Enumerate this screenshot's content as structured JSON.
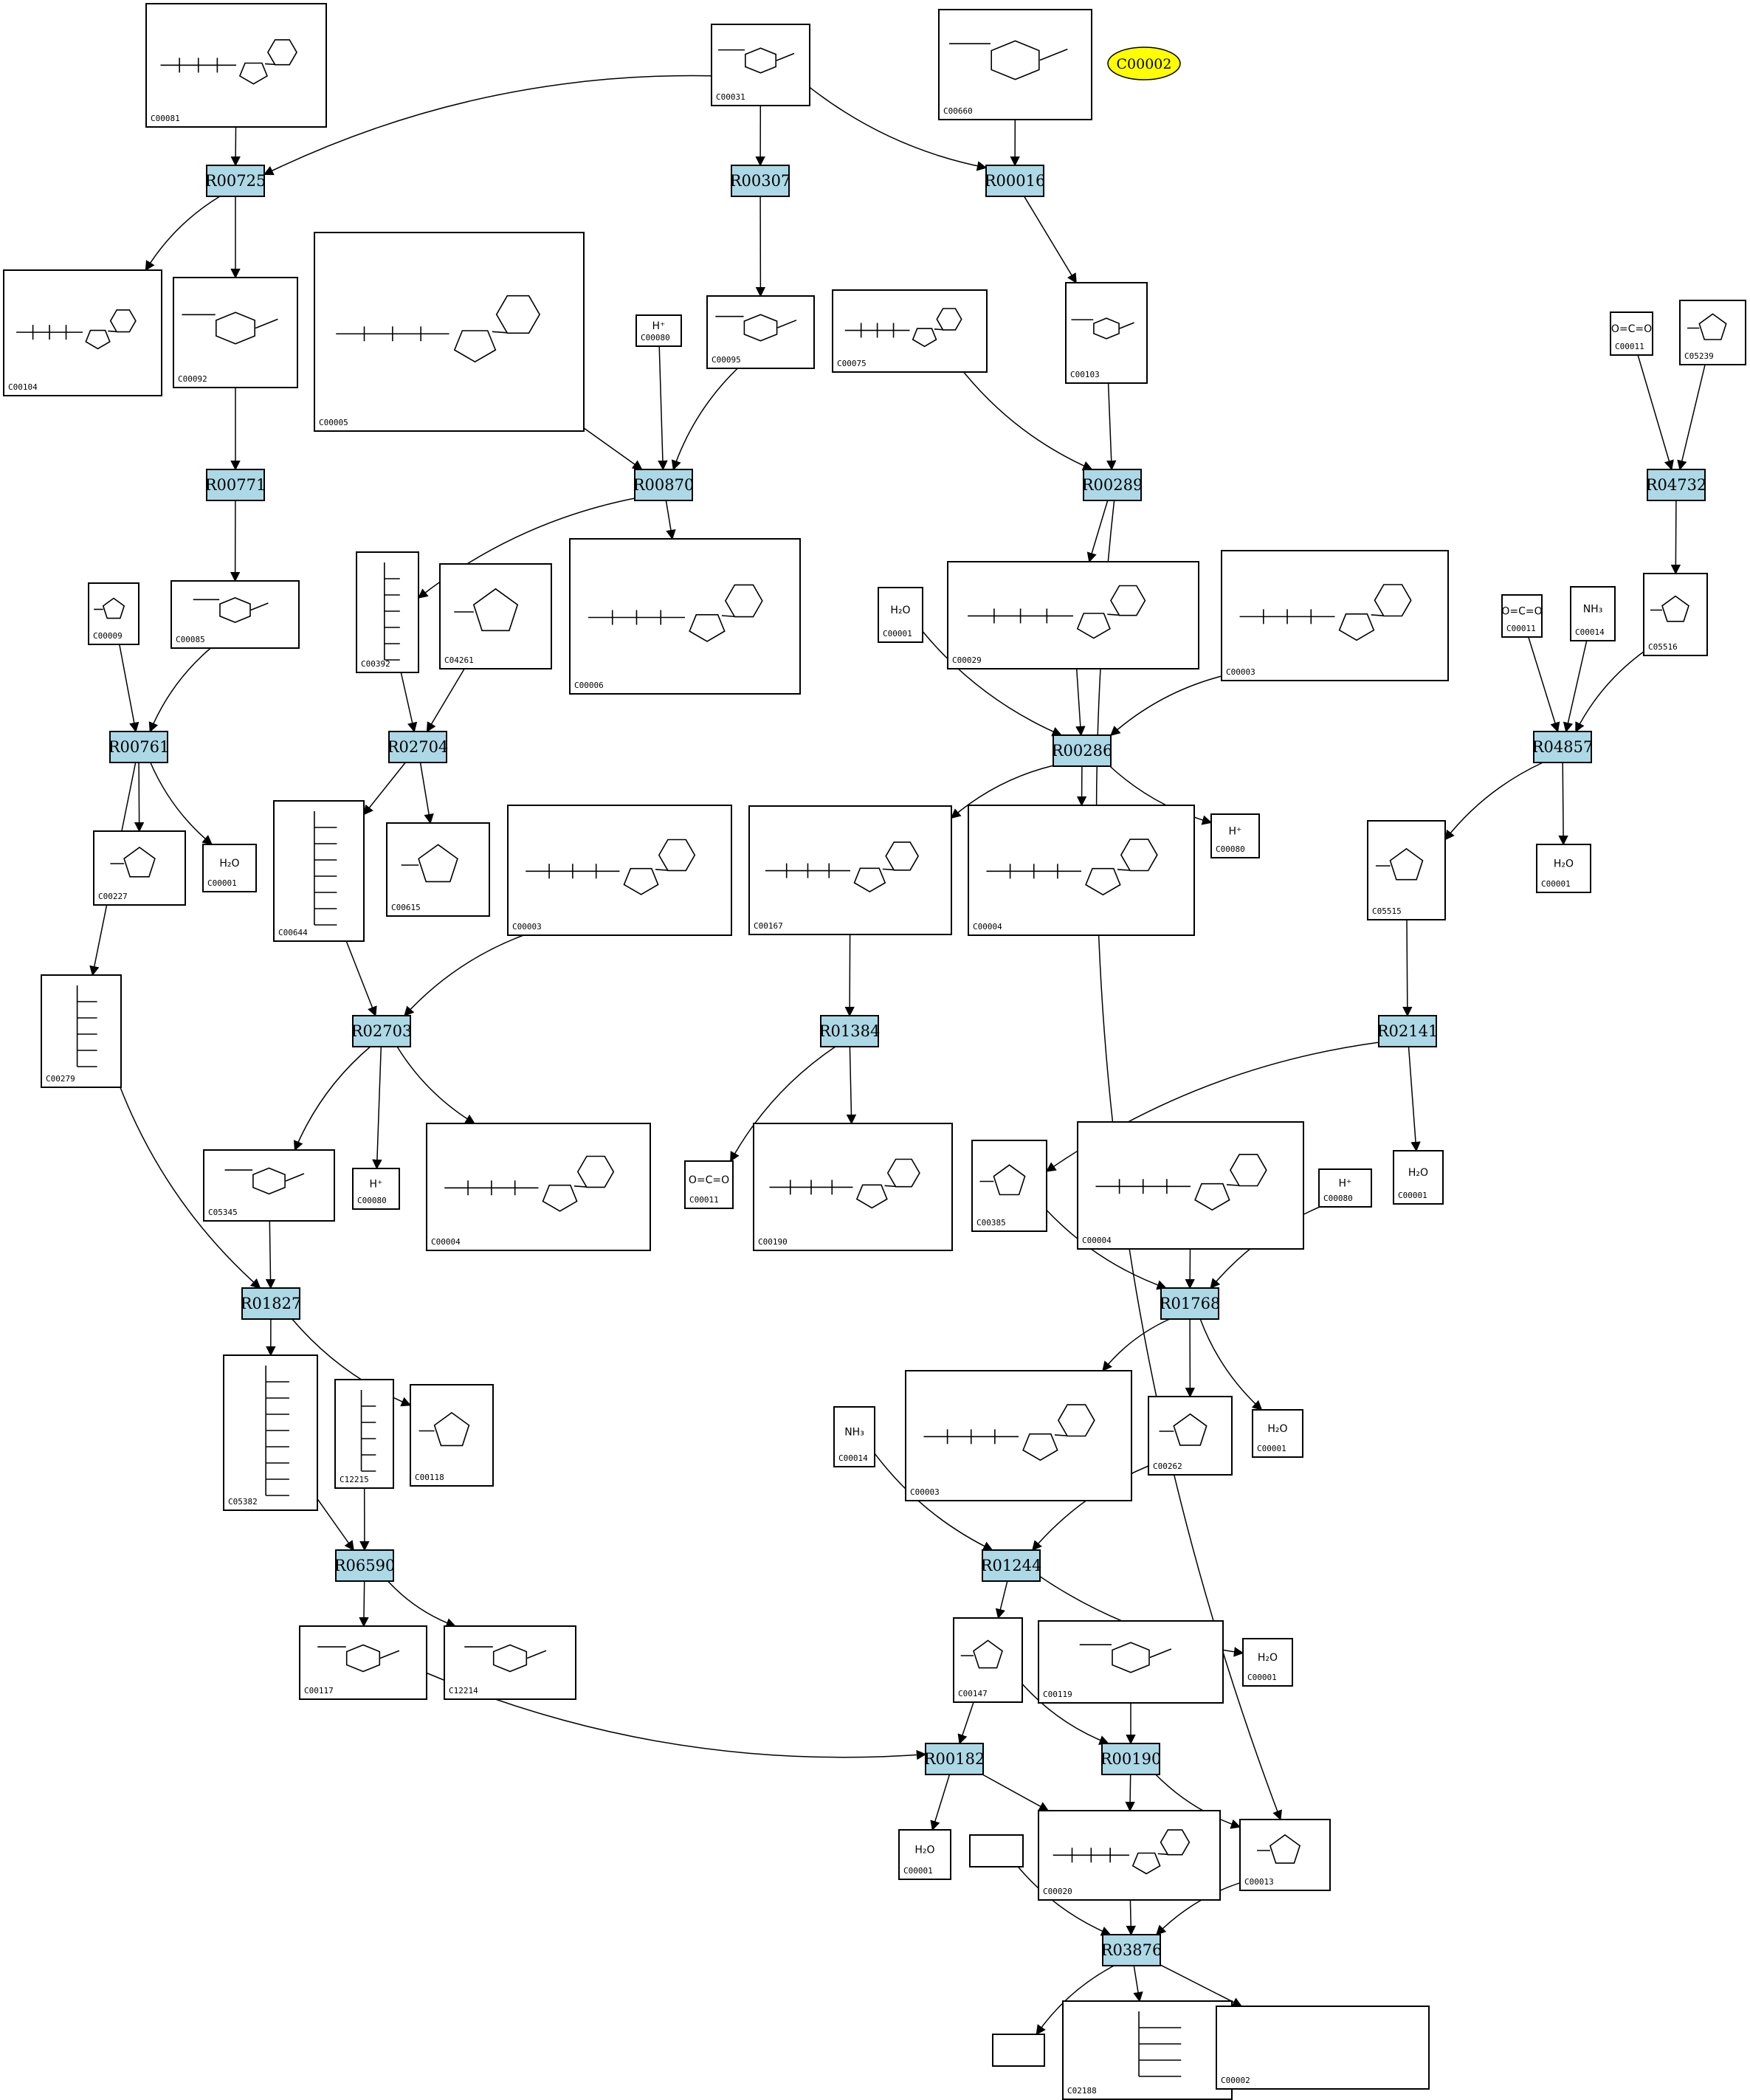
{
  "highlight": {
    "label": "C00002",
    "color": "#ffff00"
  },
  "reactions": [
    {
      "id": "R00725"
    },
    {
      "id": "R00307"
    },
    {
      "id": "R00016"
    },
    {
      "id": "R00771"
    },
    {
      "id": "R00870"
    },
    {
      "id": "R00289"
    },
    {
      "id": "R04732"
    },
    {
      "id": "R00761"
    },
    {
      "id": "R02704"
    },
    {
      "id": "R00286"
    },
    {
      "id": "R04857"
    },
    {
      "id": "R02703"
    },
    {
      "id": "R01384"
    },
    {
      "id": "R02141"
    },
    {
      "id": "R01827"
    },
    {
      "id": "R01768"
    },
    {
      "id": "R06590"
    },
    {
      "id": "R01244"
    },
    {
      "id": "R00182"
    },
    {
      "id": "R00190"
    },
    {
      "id": "R03876"
    }
  ],
  "compounds": [
    {
      "id": "C00081",
      "kind": "nucleotide"
    },
    {
      "id": "C00031",
      "kind": "sugar"
    },
    {
      "id": "C00660",
      "kind": "sugar"
    },
    {
      "id": "C00104",
      "kind": "nucleotide"
    },
    {
      "id": "C00092",
      "kind": "sugar"
    },
    {
      "id": "C00005",
      "kind": "nucleotide"
    },
    {
      "id": "C00080",
      "kind": "text",
      "text": "H⁺"
    },
    {
      "id": "C00095",
      "kind": "sugar"
    },
    {
      "id": "C00075",
      "kind": "nucleotide"
    },
    {
      "id": "C00103",
      "kind": "sugar"
    },
    {
      "id": "C00011",
      "kind": "small",
      "text": "O=C=O"
    },
    {
      "id": "C05239",
      "kind": "small"
    },
    {
      "id": "C00009",
      "kind": "small"
    },
    {
      "id": "C00085",
      "kind": "sugar"
    },
    {
      "id": "C00392",
      "kind": "chain"
    },
    {
      "id": "C04261",
      "kind": "small"
    },
    {
      "id": "C00006",
      "kind": "nucleotide"
    },
    {
      "id": "C00001",
      "kind": "water",
      "text": "H₂O"
    },
    {
      "id": "C00029",
      "kind": "nucleotide"
    },
    {
      "id": "C00003",
      "kind": "nucleotide"
    },
    {
      "id": "C00014",
      "kind": "small",
      "text": "NH₃"
    },
    {
      "id": "C05516",
      "kind": "small"
    },
    {
      "id": "C00227",
      "kind": "small"
    },
    {
      "id": "C00644",
      "kind": "chain"
    },
    {
      "id": "C00615",
      "kind": "small"
    },
    {
      "id": "C00167",
      "kind": "nucleotide"
    },
    {
      "id": "C00004",
      "kind": "nucleotide"
    },
    {
      "id": "C05515",
      "kind": "small"
    },
    {
      "id": "C00279",
      "kind": "chain"
    },
    {
      "id": "C05345",
      "kind": "sugar"
    },
    {
      "id": "C00385",
      "kind": "small"
    },
    {
      "id": "C00190",
      "kind": "nucleotide"
    },
    {
      "id": "C05382",
      "kind": "chain"
    },
    {
      "id": "C12215",
      "kind": "chain"
    },
    {
      "id": "C00118",
      "kind": "small"
    },
    {
      "id": "C00262",
      "kind": "small"
    },
    {
      "id": "C00117",
      "kind": "sugar"
    },
    {
      "id": "C12214",
      "kind": "sugar"
    },
    {
      "id": "C00147",
      "kind": "small"
    },
    {
      "id": "C00119",
      "kind": "sugar"
    },
    {
      "id": "C00020",
      "kind": "nucleotide"
    },
    {
      "id": "C00013",
      "kind": "small"
    },
    {
      "id": "C02188",
      "kind": "chain"
    }
  ],
  "edges": [
    [
      "C00081",
      "R00725"
    ],
    [
      "C00031",
      "R00725"
    ],
    [
      "C00031",
      "R00307"
    ],
    [
      "C00031",
      "R00016"
    ],
    [
      "C00660",
      "R00016"
    ],
    [
      "R00725",
      "C00104"
    ],
    [
      "R00725",
      "C00092"
    ],
    [
      "R00307",
      "C00095"
    ],
    [
      "R00016",
      "C00103"
    ],
    [
      "C00092",
      "R00771"
    ],
    [
      "R00771",
      "C00085"
    ],
    [
      "C00005",
      "R00870"
    ],
    [
      "C00080a",
      "R00870"
    ],
    [
      "C00095",
      "R00870"
    ],
    [
      "C00075",
      "R00289"
    ],
    [
      "C00103",
      "R00289"
    ],
    [
      "C00011a",
      "R04732"
    ],
    [
      "C05239",
      "R04732"
    ],
    [
      "R04732",
      "C05516"
    ],
    [
      "C00009",
      "R00761"
    ],
    [
      "C00085",
      "R00761"
    ],
    [
      "R00870",
      "C00392"
    ],
    [
      "R00870",
      "C00006"
    ],
    [
      "C00392",
      "R02704"
    ],
    [
      "C04261",
      "R02704"
    ],
    [
      "R00289",
      "C00029"
    ],
    [
      "R00289",
      "C00013"
    ],
    [
      "C00001a",
      "R00286"
    ],
    [
      "C00029",
      "R00286"
    ],
    [
      "C00003a",
      "R00286"
    ],
    [
      "C00011b",
      "R04857"
    ],
    [
      "C00014a",
      "R04857"
    ],
    [
      "C05516",
      "R04857"
    ],
    [
      "R00761",
      "C00227"
    ],
    [
      "R00761",
      "C00001b"
    ],
    [
      "R00761",
      "C00279"
    ],
    [
      "R02704",
      "C00644"
    ],
    [
      "R02704",
      "C00615"
    ],
    [
      "R00286",
      "C00167"
    ],
    [
      "R00286",
      "C00004a"
    ],
    [
      "R00286",
      "C00080b"
    ],
    [
      "R04857",
      "C05515"
    ],
    [
      "R04857",
      "C00001c"
    ],
    [
      "C00644",
      "R02703"
    ],
    [
      "C00003b",
      "R02703"
    ],
    [
      "C00167",
      "R01384"
    ],
    [
      "C05515",
      "R02141"
    ],
    [
      "R02703",
      "C05345"
    ],
    [
      "R02703",
      "C00080c"
    ],
    [
      "R02703",
      "C00004b"
    ],
    [
      "R01384",
      "C00011c"
    ],
    [
      "R01384",
      "C00190"
    ],
    [
      "R02141",
      "C00385"
    ],
    [
      "R02141",
      "C00001d"
    ],
    [
      "C00279",
      "R01827"
    ],
    [
      "C05345",
      "R01827"
    ],
    [
      "C00385",
      "R01768"
    ],
    [
      "C00004c",
      "R01768"
    ],
    [
      "C00080d",
      "R01768"
    ],
    [
      "R01827",
      "C05382"
    ],
    [
      "R01827",
      "C00118"
    ],
    [
      "R01768",
      "C00003c"
    ],
    [
      "R01768",
      "C00262"
    ],
    [
      "R01768",
      "C00001e"
    ],
    [
      "C05382",
      "R06590"
    ],
    [
      "C12215",
      "R06590"
    ],
    [
      "C00014b",
      "R01244"
    ],
    [
      "C00262",
      "R01244"
    ],
    [
      "R06590",
      "C00117"
    ],
    [
      "R06590",
      "C12214"
    ],
    [
      "R01244",
      "C00147"
    ],
    [
      "R01244",
      "C00001f"
    ],
    [
      "C00117",
      "R00182"
    ],
    [
      "C00147",
      "R00182"
    ],
    [
      "C00147",
      "R00190"
    ],
    [
      "C00119",
      "R00190"
    ],
    [
      "R00182",
      "C00001g"
    ],
    [
      "R00182",
      "C00020"
    ],
    [
      "R00190",
      "C00020"
    ],
    [
      "R00190",
      "C00013"
    ],
    [
      "blank1",
      "R03876"
    ],
    [
      "C00020",
      "R03876"
    ],
    [
      "C00013",
      "R03876"
    ],
    [
      "R03876",
      "blank2"
    ],
    [
      "R03876",
      "C02188"
    ],
    [
      "R03876",
      "C00002"
    ]
  ]
}
